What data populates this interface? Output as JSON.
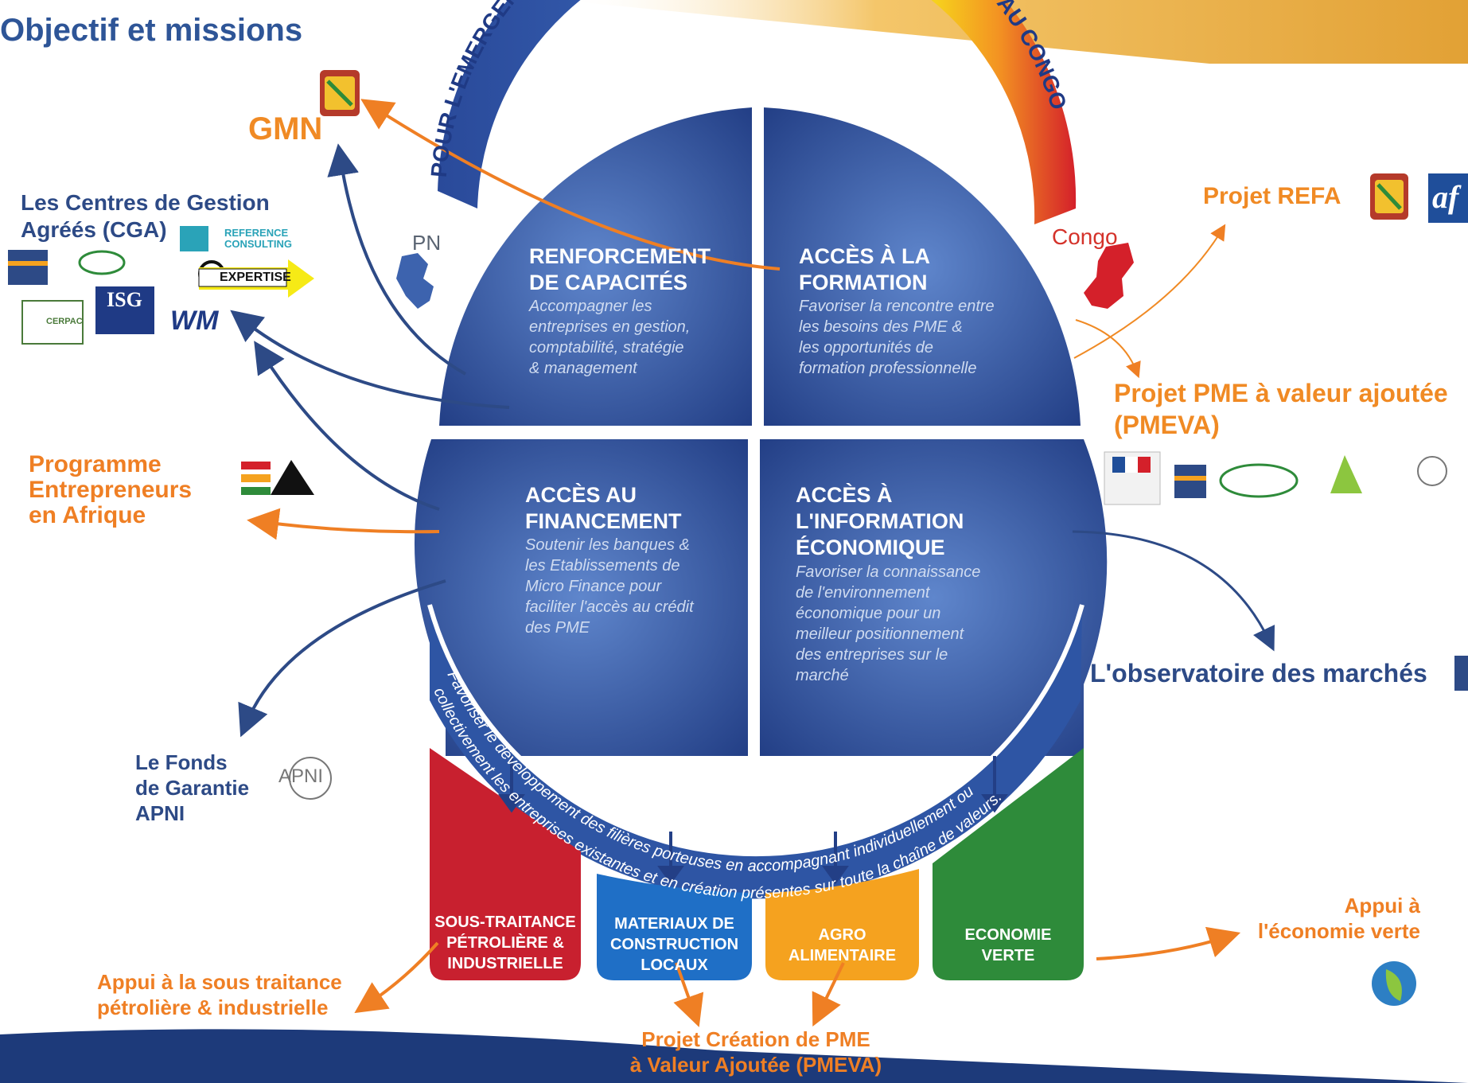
{
  "page": {
    "title": "Objectif et missions"
  },
  "arc_banner": "POUR L'EMERGENCE D'UN TISSU LOCAL DE TPE/PME/PMI VIABLES AU CONGO",
  "map_labels": {
    "pn": "PN",
    "congo": "Congo"
  },
  "quadrants": [
    {
      "title": "RENFORCEMENT\nDE CAPACITÉS",
      "text": "Accompagner les\nentreprises en gestion,\ncomptabilité, stratégie\n& management"
    },
    {
      "title": "ACCÈS À LA\nFORMATION",
      "text": "Favoriser la rencontre entre\nles besoins des PME &\nles opportunités de\nformation professionnelle"
    },
    {
      "title": "ACCÈS AU\nFINANCEMENT",
      "text": "Soutenir les banques &\nles Etablissements de\nMicro Finance pour\nfaciliter l'accès au crédit\ndes PME"
    },
    {
      "title": "ACCÈS À\nL'INFORMATION\nÉCONOMIQUE",
      "text": "Favoriser la connaissance\nde l'environnement\néconomique pour un\nmeilleur positionnement\ndes entreprises sur le\nmarché"
    }
  ],
  "filieres": {
    "title": "APPUI AUX FILIÈRES",
    "line1": "Favoriser le développement des filières porteuses en accompagnant individuellement ou",
    "line2": "collectivement les entreprises existantes et en création présentes sur toute la chaîne de valeurs.",
    "boxes": [
      {
        "label": "SOUS-TRAITANCE\nPÉTROLIÈRE &\nINDUSTRIELLE",
        "color": "#c8202f"
      },
      {
        "label": "MATERIAUX DE\nCONSTRUCTION\nLOCAUX",
        "color": "#1f6fc6"
      },
      {
        "label": "AGRO\nALIMENTAIRE",
        "color": "#f5a21f"
      },
      {
        "label": "ECONOMIE\nVERTE",
        "color": "#2e8b3a"
      }
    ]
  },
  "partners": {
    "gmn": "GMN",
    "cga": "Les Centres de Gestion\nAgréés (CGA)",
    "programme": "Programme\nEntrepreneurs\nen Afrique",
    "fonds": "Le Fonds\nde Garantie\nAPNI",
    "sous_traitance": "Appui à la sous traitance\npétrolière & industrielle",
    "creation": "Projet Création de PME\nà Valeur Ajoutée (PMEVA)",
    "refa": "Projet REFA",
    "pmeva": "Projet PME à valeur ajoutée\n(PMEVA)",
    "observatoire": "L'observatoire des marchés",
    "eco_verte": "Appui à\nl'économie verte"
  },
  "logos": {
    "reference": "REFERENCE\nCONSULTING",
    "expertise": "EXPERTISE",
    "isg": "ISG",
    "wm": "WM",
    "cerpac": "CERPAC",
    "apni": "APNI",
    "afd": "af"
  },
  "colors": {
    "blue_dark": "#233f86",
    "blue_light": "#4f78c4",
    "orange": "#ef7f24",
    "navy_text": "#2d4a86",
    "gold_band": "#e8a83a"
  }
}
